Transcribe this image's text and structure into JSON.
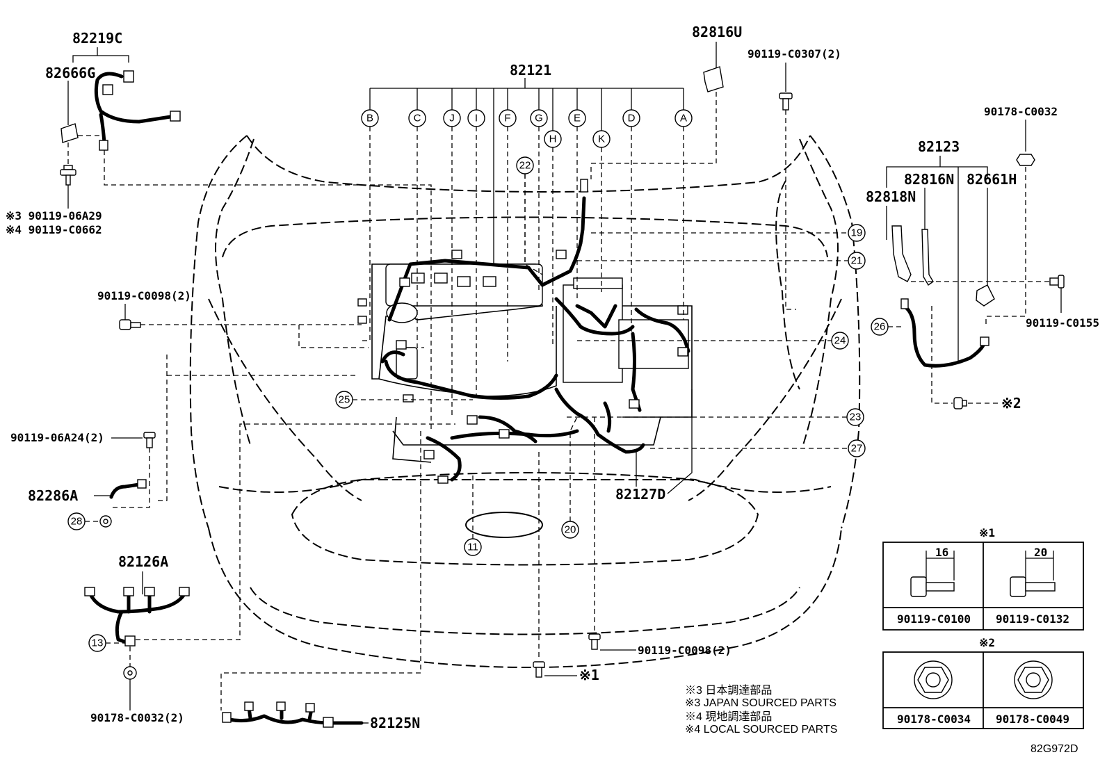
{
  "callout_letters": [
    "B",
    "C",
    "J",
    "I",
    "F",
    "G",
    "H",
    "E",
    "K",
    "D",
    "A"
  ],
  "circled_numbers": [
    "22",
    "19",
    "21",
    "24",
    "26",
    "25",
    "23",
    "27",
    "28",
    "13",
    "11",
    "20"
  ],
  "parts": {
    "p82219C": "82219C",
    "p82666G": "82666G",
    "bolt_06A29": "※3 90119-06A29",
    "bolt_C0662": "※4 90119-C0662",
    "p82121": "82121",
    "p82816U": "82816U",
    "bolt_C0307": "90119-C0307(2)",
    "nut_C0032_top": "90178-C0032",
    "p82123": "82123",
    "p82816N": "82816N",
    "p82661H": "82661H",
    "p82818N": "82818N",
    "bolt_C0155": "90119-C0155",
    "star2_ref": "※2",
    "bolt_C0098_left": "90119-C0098(2)",
    "bolt_06A24": "90119-06A24(2)",
    "p82286A": "82286A",
    "p82127D": "82127D",
    "p82126A": "82126A",
    "nut_C0032_bottom": "90178-C0032(2)",
    "bolt_C0098_bottom": "90119-C0098(2)",
    "star1_ref": "※1",
    "p82125N": "82125N"
  },
  "notes": {
    "line1": "※3 日本調達部品",
    "line2": "※3 JAPAN SOURCED PARTS",
    "line3": "※4 現地調達部品",
    "line4": "※4 LOCAL SOURCED PARTS"
  },
  "legend1": {
    "title": "※1",
    "left_dim": "16",
    "right_dim": "20",
    "left_part": "90119-C0100",
    "right_part": "90119-C0132"
  },
  "legend2": {
    "title": "※2",
    "left_part": "90178-C0034",
    "right_part": "90178-C0049"
  },
  "diagram_code": "82G972D"
}
